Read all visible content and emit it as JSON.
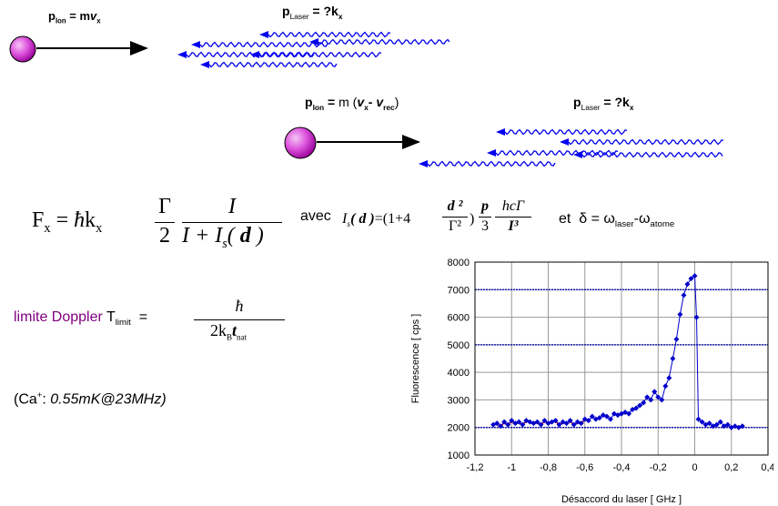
{
  "top_scene": {
    "ion_momentum": {
      "p": "p",
      "sub": "Ion",
      "eq": " = m",
      "v": "v",
      "vsub": "x"
    },
    "laser_momentum": {
      "p": "p",
      "sub": "Laser",
      "eq": " = ?k",
      "ksub": "x"
    }
  },
  "second_scene": {
    "ion_momentum": {
      "p": "p",
      "sub": "Ion",
      "eq": " = ",
      "m": "m (",
      "v1": "v",
      "v1sub": "x",
      "minus": "- ",
      "v2": "v",
      "v2sub": "rec",
      "close": ")"
    },
    "laser_momentum": {
      "p": "p",
      "sub": "Laser",
      "eq": " = ?k",
      "ksub": "x"
    }
  },
  "force_formula": {
    "lhs": "F",
    "lhs_sub": "x",
    "eq": " = ",
    "hbar": "ħ",
    "k": "k",
    "k_sub": "x",
    "frac1_num": "Γ",
    "frac1_den": "2",
    "frac2_num": "I",
    "frac2_den_a": "I + I",
    "frac2_den_sub": "s",
    "frac2_den_b": "( ",
    "d": "d",
    "frac2_den_c": " )"
  },
  "avec_label": "avec",
  "saturation_formula": {
    "lhs": "I",
    "lhs_sub": "s",
    "lhs_arg": "( d )",
    "eq": "=(1+4",
    "f1_num": "d ²",
    "f1_den": "Γ²",
    "close": ")",
    "f2_num": "p",
    "f2_den": "3",
    "f3_num": "hcΓ",
    "f3_den": "I³"
  },
  "delta_def": {
    "et": "et",
    "delta": "δ = ω",
    "laser_sub": "laser",
    "minus": "-ω",
    "atome_sub": "atome"
  },
  "doppler": {
    "label": "limite Doppler",
    "T": "T",
    "T_sub": "limit",
    "eq": "=",
    "num": "ħ",
    "den_a": "2k",
    "den_sub": "B",
    "den_t": "t",
    "den_nat": "nat"
  },
  "calcium": {
    "prefix": "(Ca",
    "sup": "+",
    "colon": ": ",
    "value": "0.55mK@23MHz)"
  },
  "colors": {
    "ion": "#cc33cc",
    "laser": "#0000ee",
    "doppler_text": "#800080",
    "data": "#0000cc",
    "fit": "#cc0000"
  },
  "chart_data": {
    "type": "scatter",
    "xlabel": "Désaccord du laser   [ GHz ]",
    "ylabel": "Fluorescence  [ cps ]",
    "xlim": [
      -1.2,
      0.4
    ],
    "ylim": [
      1000,
      8000
    ],
    "xticks": [
      "-1,2",
      "-1",
      "-0,8",
      "-0,6",
      "-0,4",
      "-0,2",
      "0",
      "0,2",
      "0,4"
    ],
    "yticks": [
      "1000",
      "2000",
      "3000",
      "4000",
      "5000",
      "6000",
      "7000",
      "8000"
    ],
    "grid": true,
    "reference_lines_y": [
      2000,
      5000,
      7000
    ],
    "series": [
      {
        "x": [
          -1.1,
          -1.08,
          -1.06,
          -1.04,
          -1.02,
          -1.0,
          -0.98,
          -0.96,
          -0.94,
          -0.92,
          -0.9,
          -0.88,
          -0.86,
          -0.84,
          -0.82,
          -0.8,
          -0.78,
          -0.76,
          -0.74,
          -0.72,
          -0.7,
          -0.68,
          -0.66,
          -0.64,
          -0.62,
          -0.6,
          -0.58,
          -0.56,
          -0.54,
          -0.52,
          -0.5,
          -0.48,
          -0.46,
          -0.44,
          -0.42,
          -0.4,
          -0.38,
          -0.36,
          -0.34,
          -0.32,
          -0.3,
          -0.28,
          -0.26,
          -0.24,
          -0.22,
          -0.2,
          -0.18,
          -0.16,
          -0.14,
          -0.12,
          -0.1,
          -0.08,
          -0.06,
          -0.04,
          -0.02,
          0.0,
          0.01,
          0.02,
          0.04,
          0.06,
          0.08,
          0.1,
          0.12,
          0.14,
          0.16,
          0.18,
          0.2,
          0.22,
          0.24,
          0.26
        ],
        "y": [
          2100,
          2150,
          2050,
          2200,
          2100,
          2250,
          2150,
          2200,
          2100,
          2250,
          2200,
          2150,
          2200,
          2100,
          2250,
          2150,
          2200,
          2250,
          2100,
          2200,
          2150,
          2250,
          2100,
          2200,
          2150,
          2300,
          2250,
          2400,
          2300,
          2350,
          2450,
          2400,
          2300,
          2500,
          2450,
          2500,
          2550,
          2500,
          2650,
          2700,
          2800,
          2900,
          3100,
          3000,
          3300,
          3100,
          3000,
          3500,
          3800,
          4500,
          5200,
          6100,
          6800,
          7200,
          7400,
          7500,
          6000,
          2300,
          2200,
          2100,
          2150,
          2050,
          2100,
          2200,
          2050,
          2100,
          2000,
          2050,
          2000,
          2050
        ]
      }
    ]
  }
}
